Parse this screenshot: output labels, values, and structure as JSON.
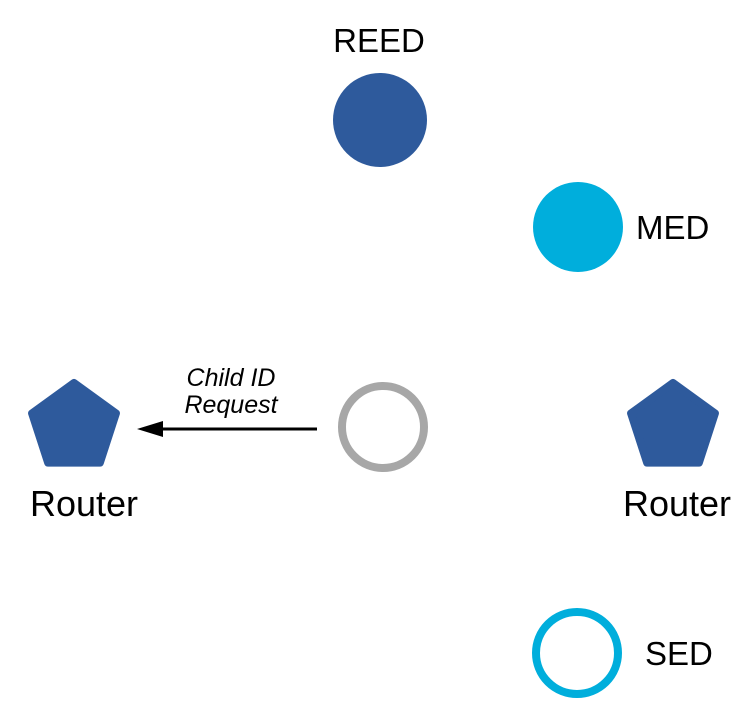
{
  "colors": {
    "router_blue": "#2E5A9C",
    "device_cyan": "#00AEDC",
    "idle_gray": "#A7A7A7",
    "arrow_black": "#000000",
    "background": "#FFFFFF"
  },
  "nodes": {
    "reed": {
      "label": "REED",
      "shape": "filled-circle",
      "color": "#2E5A9C"
    },
    "med": {
      "label": "MED",
      "shape": "filled-circle",
      "color": "#00AEDC"
    },
    "sed": {
      "label": "SED",
      "shape": "outlined-circle",
      "color": "#00AEDC"
    },
    "router_left": {
      "label": "Router",
      "shape": "pentagon",
      "color": "#2E5A9C"
    },
    "router_right": {
      "label": "Router",
      "shape": "pentagon",
      "color": "#2E5A9C"
    },
    "joining_device": {
      "label": "",
      "shape": "outlined-circle",
      "color": "#A7A7A7"
    }
  },
  "message": {
    "line1": "Child ID",
    "line2": "Request"
  }
}
